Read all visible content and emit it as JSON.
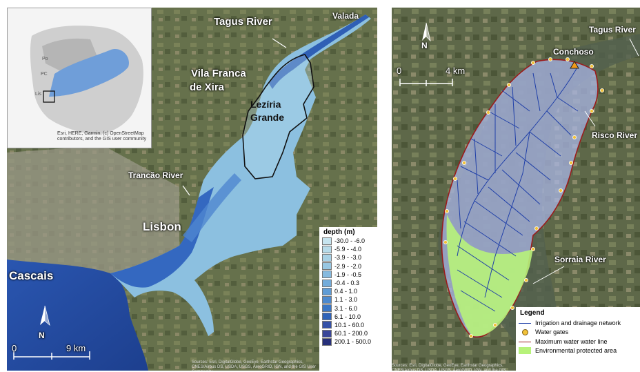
{
  "left_map": {
    "labels": {
      "tagus_river": "Tagus River",
      "valada": "Valada",
      "vila_franca_line1": "Vila Franca",
      "vila_franca_line2": "de Xira",
      "leziria_line1": "Lezíria",
      "leziria_line2": "Grande",
      "trancao_river": "Trancão River",
      "lisbon": "Lisbon",
      "cascais": "Cascais"
    },
    "inset": {
      "labels": [
        "Po",
        "PC",
        "Lis"
      ],
      "credit": "Esri, HERE, Garmin, (c) OpenStreetMap contributors, and the GIS user community"
    },
    "north_arrow_letter": "N",
    "scale_bar": {
      "start": "0",
      "end": "9 km"
    },
    "legend": {
      "title": "depth (m)",
      "classes": [
        {
          "label": "-30.0 - -6.0",
          "color": "#c6e4ef"
        },
        {
          "label": "-5.9 - -4.0",
          "color": "#b7dbea"
        },
        {
          "label": "-3.9 - -3.0",
          "color": "#a7d1e6"
        },
        {
          "label": "-2.9 - -2.0",
          "color": "#97c6e2"
        },
        {
          "label": "-1.9 - -0.5",
          "color": "#86badf"
        },
        {
          "label": "-0.4 - 0.3",
          "color": "#73acdb"
        },
        {
          "label": "0.4 - 1.0",
          "color": "#5f9cd6"
        },
        {
          "label": "1.1 - 3.0",
          "color": "#4c89cf"
        },
        {
          "label": "3.1 - 6.0",
          "color": "#3a76c6"
        },
        {
          "label": "6.1 - 10.0",
          "color": "#2f63b9"
        },
        {
          "label": "10.1 - 60.0",
          "color": "#3551a8"
        },
        {
          "label": "60.1 - 200.0",
          "color": "#3a4699"
        },
        {
          "label": "200.1 - 500.0",
          "color": "#27307a"
        }
      ]
    },
    "credit": "Sources: Esri, DigitalGlobe, GeoEye, Earthstar Geographics, CNES/Airbus DS, USDA, USGS, AeroGRID, IGN, and the GIS User Community"
  },
  "right_map": {
    "labels": {
      "tagus_river": "Tagus River",
      "conchoso": "Conchoso",
      "risco_river": "Risco River",
      "sorraia_river": "Sorraia River"
    },
    "north_arrow_letter": "N",
    "scale_bar": {
      "start": "0",
      "end": "4 km"
    },
    "legend": {
      "title": "Legend",
      "items": [
        {
          "label": "Irrigation and drainage network",
          "symbol": "line",
          "color": "#1f3fa8"
        },
        {
          "label": "Water gates",
          "symbol": "gate",
          "color": "#f2c23a"
        },
        {
          "label": "Maximum water water line",
          "symbol": "line",
          "color": "#9b1c1c"
        },
        {
          "label": "Environmental protected area",
          "symbol": "fill",
          "color": "#b7f27a"
        }
      ]
    },
    "credit": "Sources: Esri, DigitalGlobe, GeoEye, Earthstar Geographics, CNES/Airbus DS, USDA, USGS, AeroGRID, IGN, and the GIS User Community"
  }
}
